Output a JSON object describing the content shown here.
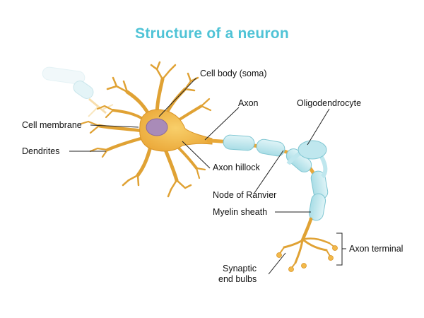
{
  "diagram": {
    "title": "Structure of a neuron",
    "labels": {
      "cell_body": "Cell body (soma)",
      "axon": "Axon",
      "oligodendrocyte": "Oligodendrocyte",
      "cell_membrane": "Cell membrane",
      "dendrites": "Dendrites",
      "axon_hillock": "Axon hillock",
      "node_of_ranvier": "Node of Ranvier",
      "myelin_sheath": "Myelin sheath",
      "axon_terminal": "Axon terminal",
      "synaptic_line1": "Synaptic",
      "synaptic_line2": "end bulbs"
    },
    "colors": {
      "title": "#4fc3d6",
      "neuron_fill": "#f3b94a",
      "neuron_stroke": "#d9962a",
      "nucleus": "#a98bb8",
      "myelin_fill": "#bfe7ee",
      "myelin_stroke": "#7fc6d2",
      "leader_line": "#222222"
    }
  }
}
